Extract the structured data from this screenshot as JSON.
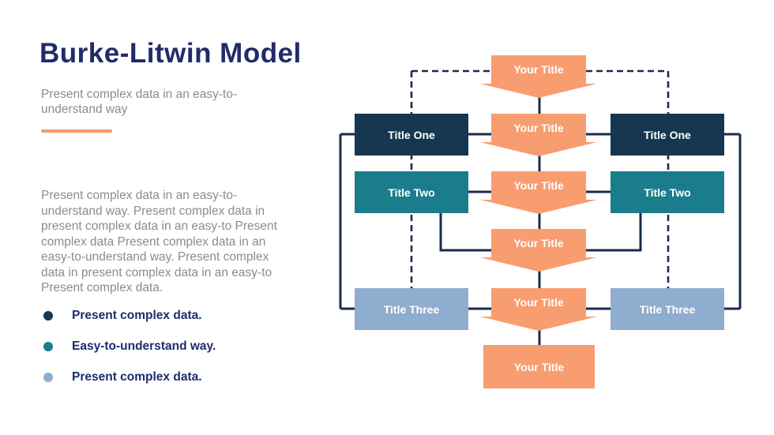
{
  "slide": {
    "title": "Burke-Litwin Model",
    "subtitle": "Present complex data in an easy-to-understand way",
    "paragraph": "Present complex data in an easy-to-understand way. Present complex data in present complex data in an easy-to Present complex data Present complex data in an easy-to-understand way. Present complex data in present complex data in an easy-to Present complex data.",
    "bullets": [
      {
        "label": "Present complex data."
      },
      {
        "label": "Easy-to-understand way."
      },
      {
        "label": "Present complex data."
      }
    ]
  },
  "diagram": {
    "left_column": [
      {
        "label": "Title One"
      },
      {
        "label": "Title Two"
      },
      {
        "label": "Title Three"
      }
    ],
    "right_column": [
      {
        "label": "Title One"
      },
      {
        "label": "Title Two"
      },
      {
        "label": "Title Three"
      }
    ],
    "arrows": [
      {
        "label": "Your Title"
      },
      {
        "label": "Your Title"
      },
      {
        "label": "Your Title"
      },
      {
        "label": "Your Title"
      },
      {
        "label": "Your Title"
      },
      {
        "label": "Your Title"
      }
    ]
  },
  "colors": {
    "title": "#1f2c6b",
    "body_text": "#8c8c8c",
    "accent": "#f59b6e",
    "level1": "#16374f",
    "level2": "#1b7d8c",
    "level3": "#8fadce",
    "arrow": "#f89d70",
    "line": "#1b2b4d"
  }
}
